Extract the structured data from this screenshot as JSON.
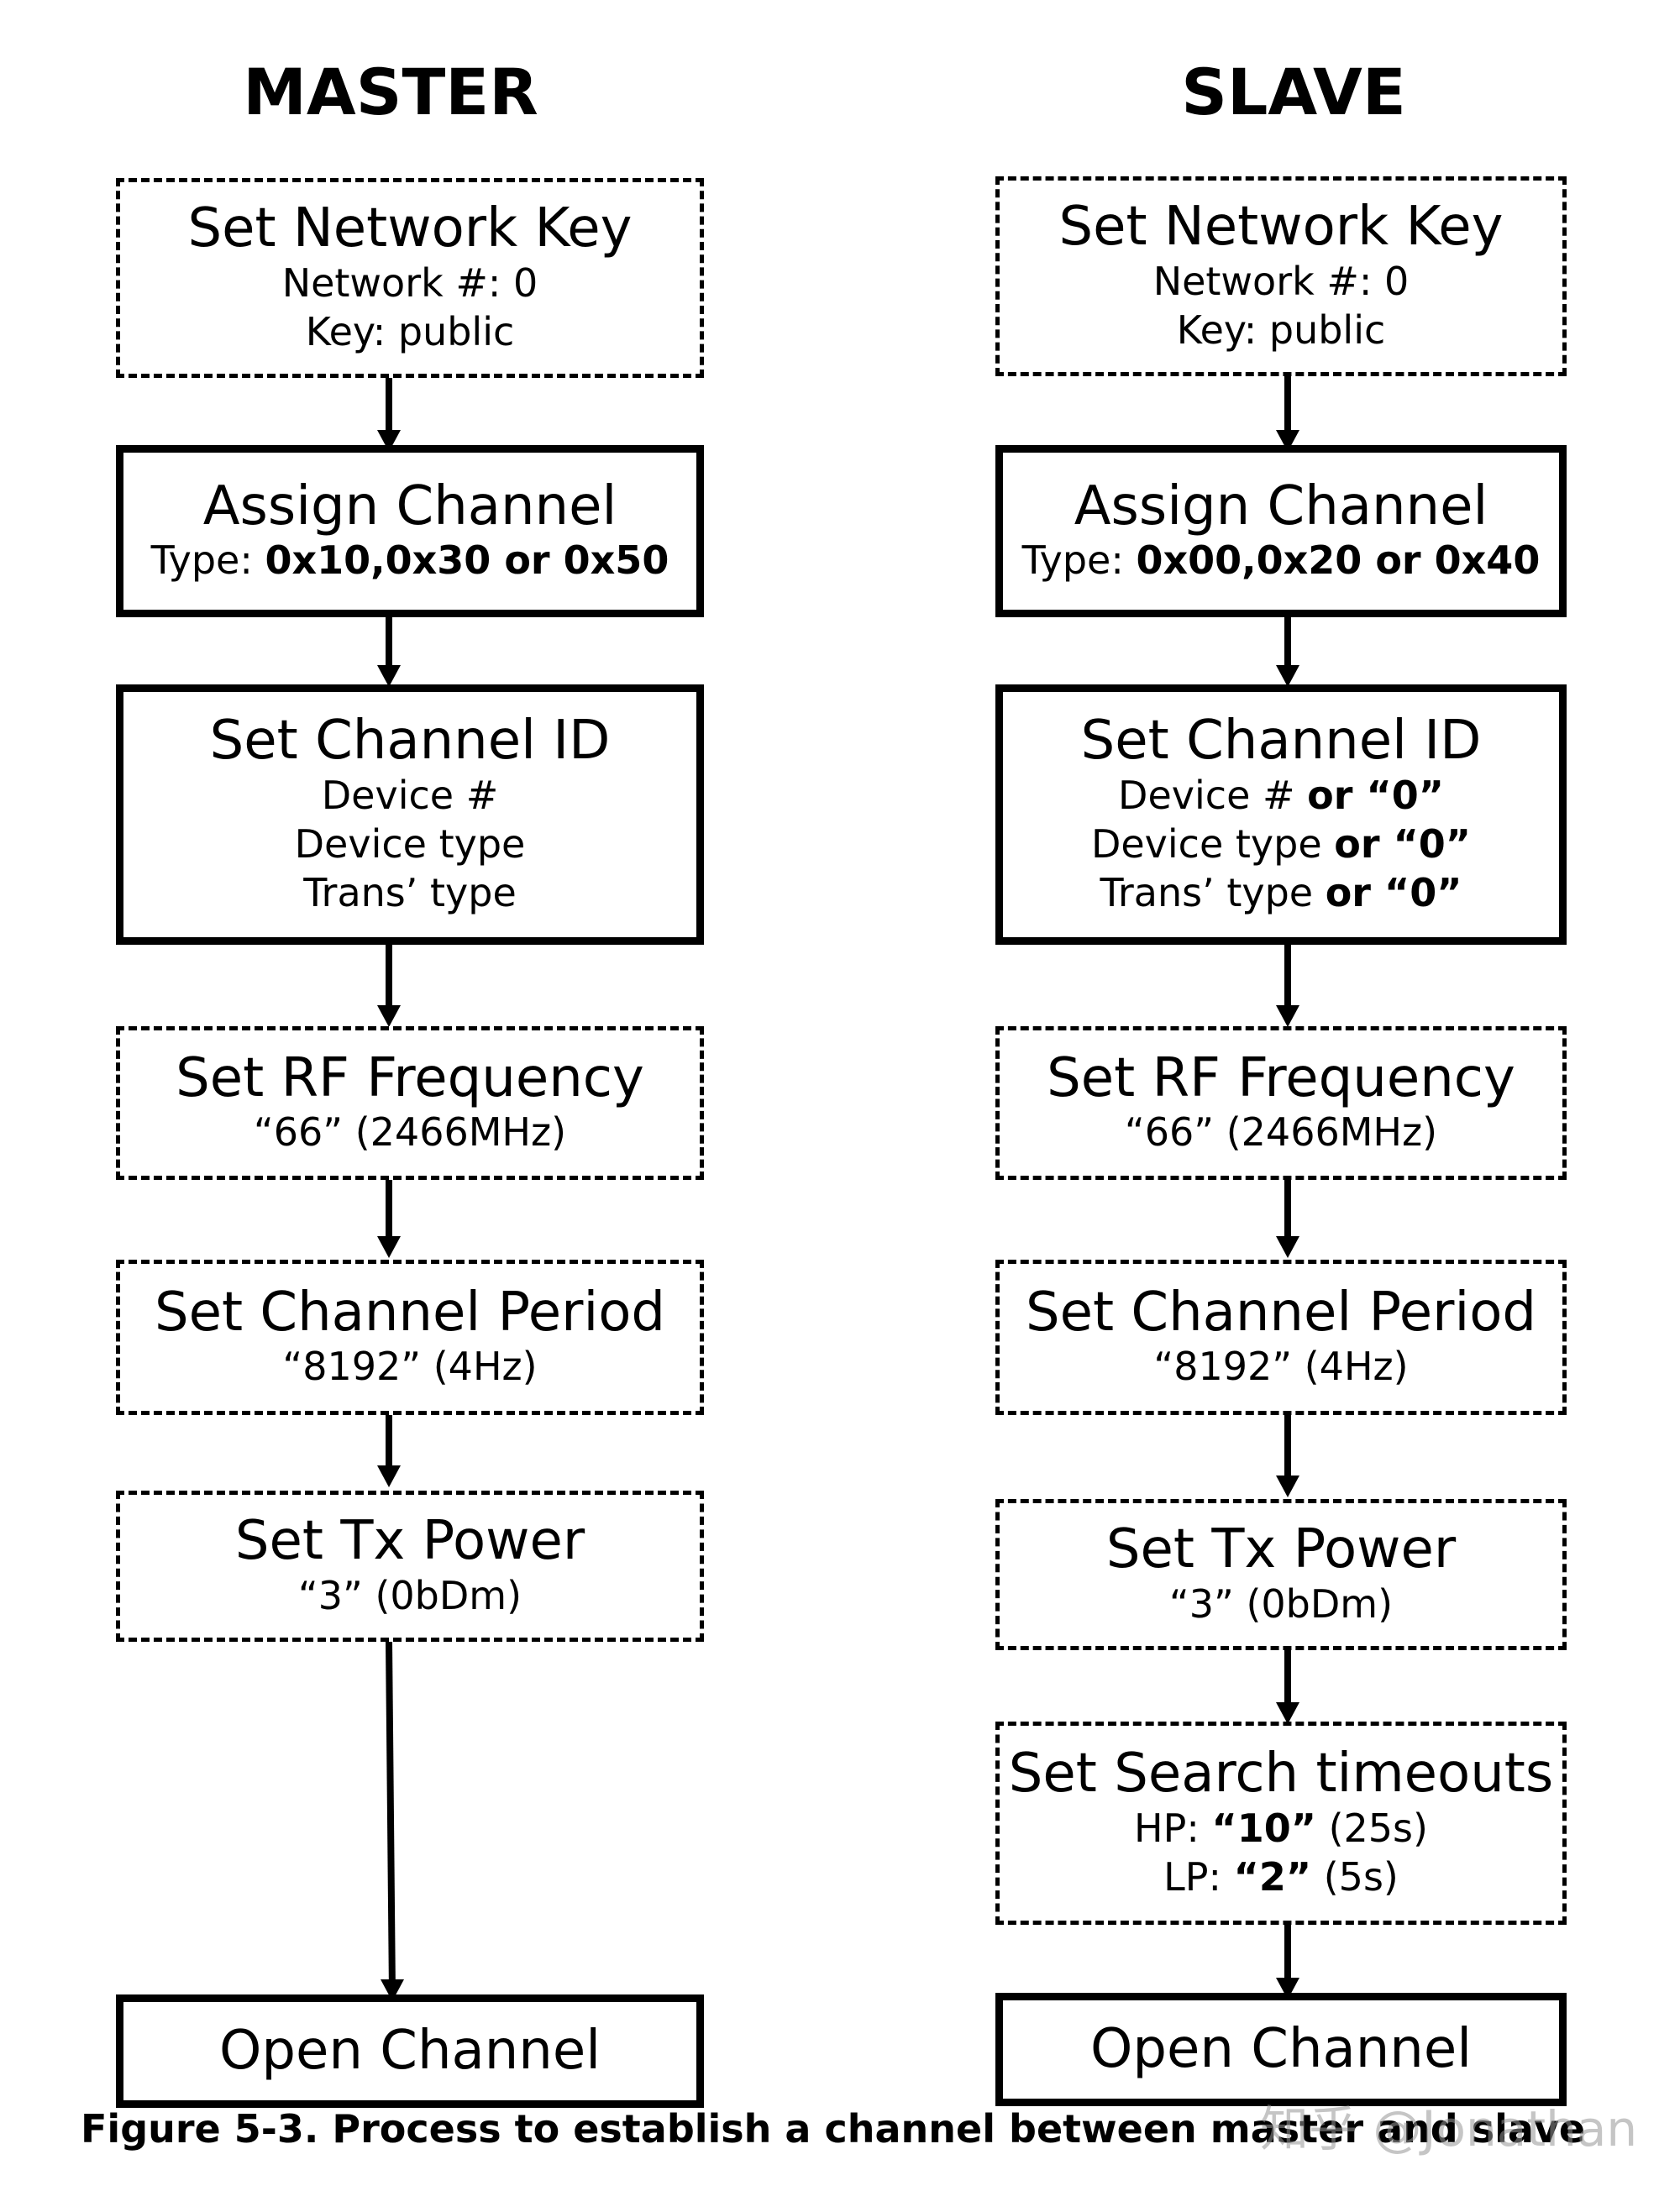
{
  "master": {
    "heading": "MASTER",
    "steps": [
      {
        "title": "Set Network Key",
        "lines": [
          [
            {
              "t": "Network #: 0"
            }
          ],
          [
            {
              "t": "Key: public"
            }
          ]
        ]
      },
      {
        "title": "Assign Channel",
        "lines": [
          [
            {
              "t": "Type: "
            },
            {
              "t": "0x10,0x30 or 0x50",
              "b": true
            }
          ]
        ]
      },
      {
        "title": "Set Channel ID",
        "lines": [
          [
            {
              "t": "Device #"
            }
          ],
          [
            {
              "t": "Device type"
            }
          ],
          [
            {
              "t": "Trans’ type"
            }
          ]
        ]
      },
      {
        "title": "Set RF Frequency",
        "lines": [
          [
            {
              "t": "“66” (2466MHz)"
            }
          ]
        ]
      },
      {
        "title": "Set Channel Period",
        "lines": [
          [
            {
              "t": "“8192” (4Hz)"
            }
          ]
        ]
      },
      {
        "title": "Set Tx Power",
        "lines": [
          [
            {
              "t": "“3” (0bDm)"
            }
          ]
        ]
      },
      {
        "title": "Open Channel",
        "lines": []
      }
    ]
  },
  "slave": {
    "heading": "SLAVE",
    "steps": [
      {
        "title": "Set Network Key",
        "lines": [
          [
            {
              "t": "Network #: 0"
            }
          ],
          [
            {
              "t": "Key: public"
            }
          ]
        ]
      },
      {
        "title": "Assign Channel",
        "lines": [
          [
            {
              "t": "Type: "
            },
            {
              "t": "0x00,0x20 or 0x40",
              "b": true
            }
          ]
        ]
      },
      {
        "title": "Set Channel ID",
        "lines": [
          [
            {
              "t": "Device # "
            },
            {
              "t": "or “0”",
              "b": true
            }
          ],
          [
            {
              "t": "Device type "
            },
            {
              "t": "or “0”",
              "b": true
            }
          ],
          [
            {
              "t": "Trans’ type "
            },
            {
              "t": "or “0”",
              "b": true
            }
          ]
        ]
      },
      {
        "title": "Set RF Frequency",
        "lines": [
          [
            {
              "t": "“66” (2466MHz)"
            }
          ]
        ]
      },
      {
        "title": "Set Channel Period",
        "lines": [
          [
            {
              "t": "“8192” (4Hz)"
            }
          ]
        ]
      },
      {
        "title": "Set Tx Power",
        "lines": [
          [
            {
              "t": "“3” (0bDm)"
            }
          ]
        ]
      },
      {
        "title": "Set Search timeouts",
        "lines": [
          [
            {
              "t": "HP: "
            },
            {
              "t": "“10”",
              "b": true
            },
            {
              "t": " (25s)"
            }
          ],
          [
            {
              "t": "LP: "
            },
            {
              "t": "“2”",
              "b": true
            },
            {
              "t": " (5s)"
            }
          ]
        ]
      },
      {
        "title": "Open Channel",
        "lines": []
      }
    ]
  },
  "caption": "Figure 5-3. Process to establish a channel between master and slave",
  "watermark": "知乎 @Jonathan"
}
